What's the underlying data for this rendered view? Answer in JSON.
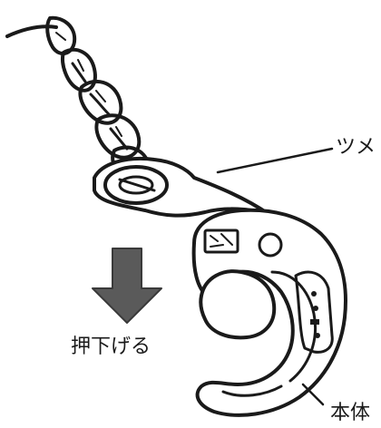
{
  "labels": {
    "claw": "ツメ",
    "push_down": "押下げる",
    "body": "本体"
  },
  "colors": {
    "ink": "#1a1a1a",
    "arrow_fill": "#5a5a5a",
    "background": "#ffffff"
  },
  "icons": {
    "arrow": "down-arrow-icon"
  }
}
